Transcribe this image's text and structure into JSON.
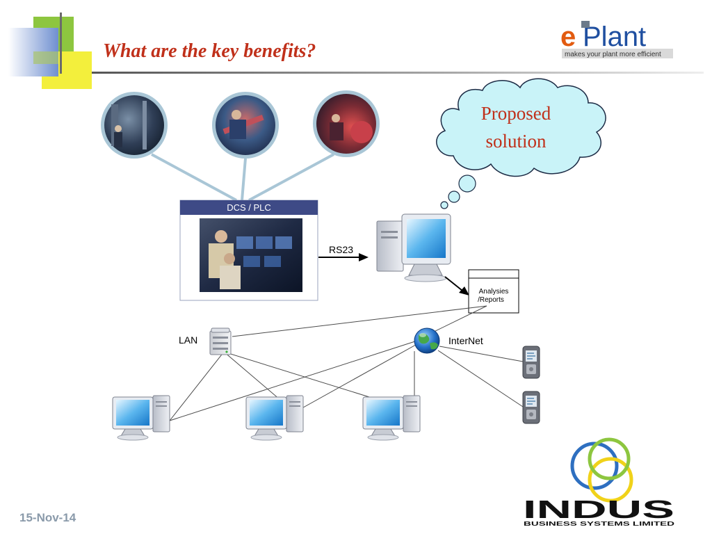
{
  "slide": {
    "title": "What are the key benefits?",
    "date": "15-Nov-14"
  },
  "logo_eplant": {
    "e": "e",
    "plant": "Plant",
    "tagline": "makes your plant more efficient"
  },
  "logo_indus": {
    "name": "INDUS",
    "subtitle": "BUSINESS SYSTEMS LIMITED"
  },
  "callout": {
    "line1": "Proposed",
    "line2": "solution"
  },
  "diagram": {
    "dcs_label": "DCS / PLC",
    "rs_label": "RS23",
    "report_line1": "Analysies",
    "report_line2": "/Reports",
    "lan_label": "LAN",
    "internet_label": "InterNet"
  },
  "colors": {
    "title": "#c0301a",
    "rule": "#8c8c8c",
    "green_square": "#8dc63f",
    "yellow_square": "#f3ef3c",
    "blue_square": "#8fa8d8",
    "dcs_header": "#3e4a86",
    "cloud_fill": "#c9f3f8",
    "callout_text": "#c0301a"
  }
}
